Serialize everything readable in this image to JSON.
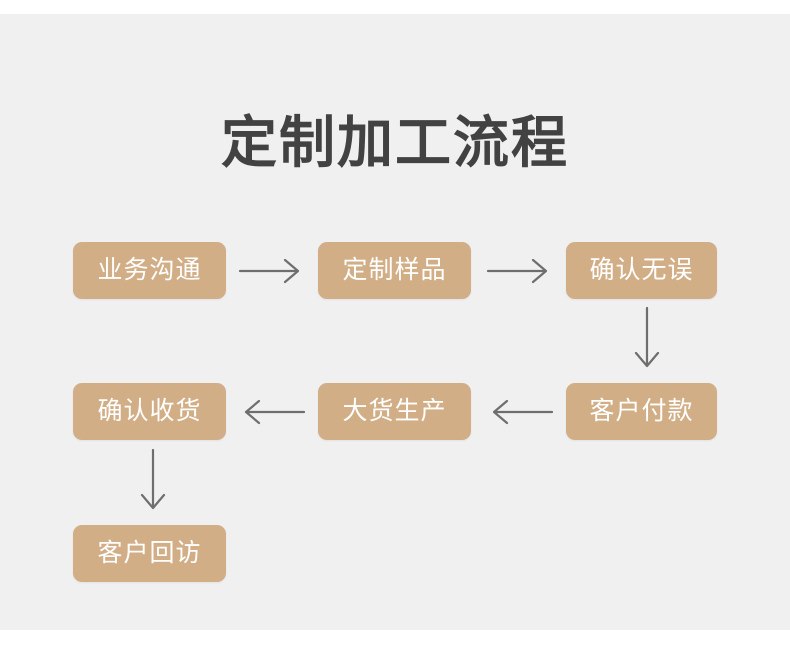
{
  "page": {
    "title": "定制加工流程",
    "background_color": "#f0f0f0",
    "page_background_color": "#ffffff"
  },
  "theme": {
    "box_fill": "#d2ae87",
    "box_text_color": "#ffffff",
    "arrow_color": "#6e6e6e",
    "title_color": "#424242"
  },
  "chart_data": {
    "type": "diagram",
    "title": "定制加工流程",
    "nodes": [
      {
        "id": "business-communication",
        "label": "业务沟通",
        "row": 1,
        "col": 1
      },
      {
        "id": "custom-sample",
        "label": "定制样品",
        "row": 1,
        "col": 2
      },
      {
        "id": "confirm-correct",
        "label": "确认无误",
        "row": 1,
        "col": 3
      },
      {
        "id": "customer-payment",
        "label": "客户付款",
        "row": 2,
        "col": 3
      },
      {
        "id": "bulk-production",
        "label": "大货生产",
        "row": 2,
        "col": 2
      },
      {
        "id": "confirm-receipt",
        "label": "确认收货",
        "row": 2,
        "col": 1
      },
      {
        "id": "customer-followup",
        "label": "客户回访",
        "row": 3,
        "col": 1
      }
    ],
    "edges": [
      {
        "from": "business-communication",
        "to": "custom-sample",
        "direction": "right"
      },
      {
        "from": "custom-sample",
        "to": "confirm-correct",
        "direction": "right"
      },
      {
        "from": "confirm-correct",
        "to": "customer-payment",
        "direction": "down"
      },
      {
        "from": "customer-payment",
        "to": "bulk-production",
        "direction": "left"
      },
      {
        "from": "bulk-production",
        "to": "confirm-receipt",
        "direction": "left"
      },
      {
        "from": "confirm-receipt",
        "to": "customer-followup",
        "direction": "down"
      }
    ]
  },
  "boxes": {
    "business_communication": "业务沟通",
    "custom_sample": "定制样品",
    "confirm_correct": "确认无误",
    "customer_payment": "客户付款",
    "bulk_production": "大货生产",
    "confirm_receipt": "确认收货",
    "customer_followup": "客户回访"
  },
  "icons": {
    "arrow_right": "arrow-right-icon",
    "arrow_left": "arrow-left-icon",
    "arrow_down": "arrow-down-icon"
  }
}
